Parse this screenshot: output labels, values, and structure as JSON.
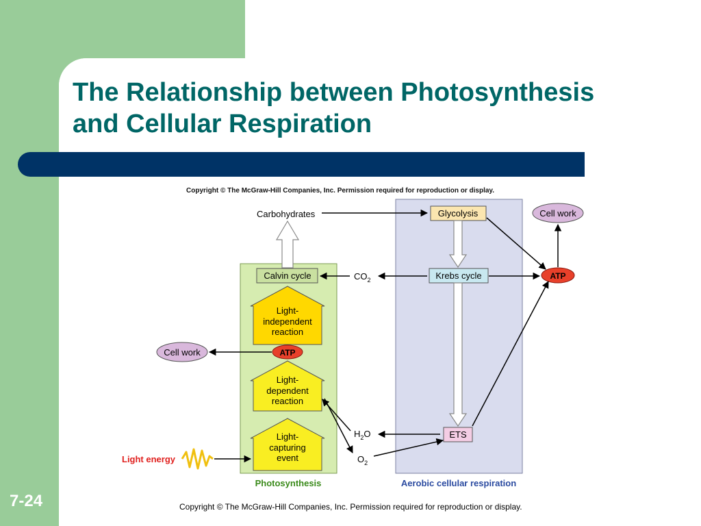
{
  "slide": {
    "title_line1": "The Relationship between Photosynthesis",
    "title_line2": "and Cellular Respiration",
    "number": "7-24",
    "footer": "Copyright © The McGraw-Hill Companies, Inc. Permission required for reproduction or display."
  },
  "figure": {
    "copyright": "Copyright © The McGraw-Hill Companies, Inc. Permission required for reproduction or display.",
    "carbohydrates": "Carbohydrates",
    "glycolysis": "Glycolysis",
    "cell_work_right": "Cell work",
    "calvin_cycle": "Calvin cycle",
    "co2": "CO",
    "co2_sub": "2",
    "krebs_cycle": "Krebs cycle",
    "atp_right": "ATP",
    "light_independent": [
      "Light-",
      "independent",
      "reaction"
    ],
    "cell_work_left": "Cell work",
    "atp_left": "ATP",
    "light_dependent": [
      "Light-",
      "dependent",
      "reaction"
    ],
    "h2o_h": "H",
    "h2o_sub": "2",
    "h2o_o": "O",
    "ets": "ETS",
    "light_capturing": [
      "Light-",
      "capturing",
      "event"
    ],
    "light_energy": "Light energy",
    "o2": "O",
    "o2_sub": "2",
    "photosynthesis": "Photosynthesis",
    "aerobic": "Aerobic cellular respiration"
  },
  "colors": {
    "title": "#006666",
    "bar": "#003366",
    "side_green": "#99cc99",
    "photosynthesis_box": "#d6ecb0",
    "respiration_box": "#d9dcee",
    "arrow_yellow": "#f9ee22",
    "atp_red": "#e8402a",
    "cell_work_purple": "#d9b8dc"
  }
}
